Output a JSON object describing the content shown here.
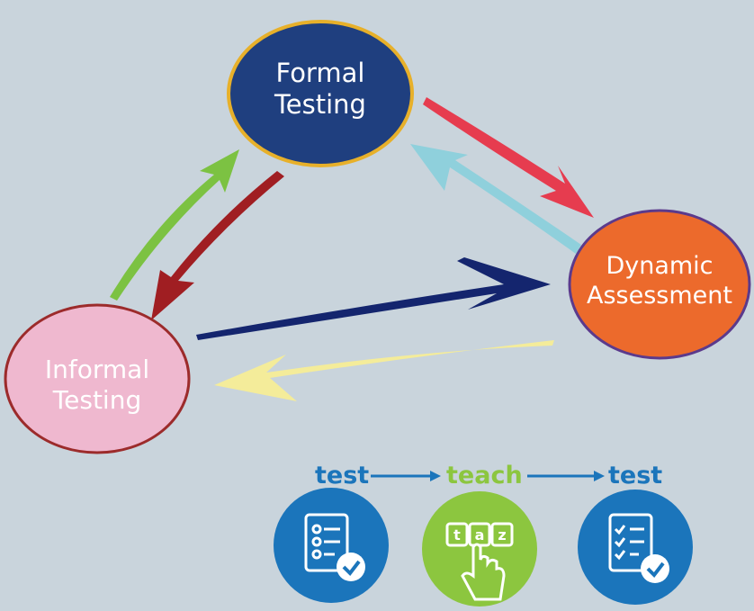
{
  "nodes": {
    "formal": {
      "line1": "Formal",
      "line2": "Testing",
      "fill": "#1f3f7f",
      "outline": "#e7b02a",
      "text_color": "#ffffff"
    },
    "dynamic": {
      "line1": "Dynamic",
      "line2": "Assessment",
      "fill": "#ec6a2c",
      "outline": "#5b3a8c",
      "text_color": "#ffffff"
    },
    "informal": {
      "line1": "Informal",
      "line2": "Testing",
      "fill": "#efb8cf",
      "outline": "#9c2b2b",
      "text_color": "#ffffff"
    }
  },
  "arrows": {
    "informal_to_formal": "#7cc242",
    "formal_to_informal": "#a01e22",
    "formal_to_dynamic": "#e63c4f",
    "dynamic_to_formal": "#8fd0dc",
    "informal_to_dynamic": "#14256e",
    "dynamic_to_informal": "#f4ec9a"
  },
  "flow": {
    "step1": "test",
    "step2": "teach",
    "step3": "test",
    "step1_color": "#1b75bb",
    "step2_color": "#8cc63f",
    "step3_color": "#1b75bb",
    "keyboard_keys": [
      "t",
      "a",
      "z"
    ]
  }
}
